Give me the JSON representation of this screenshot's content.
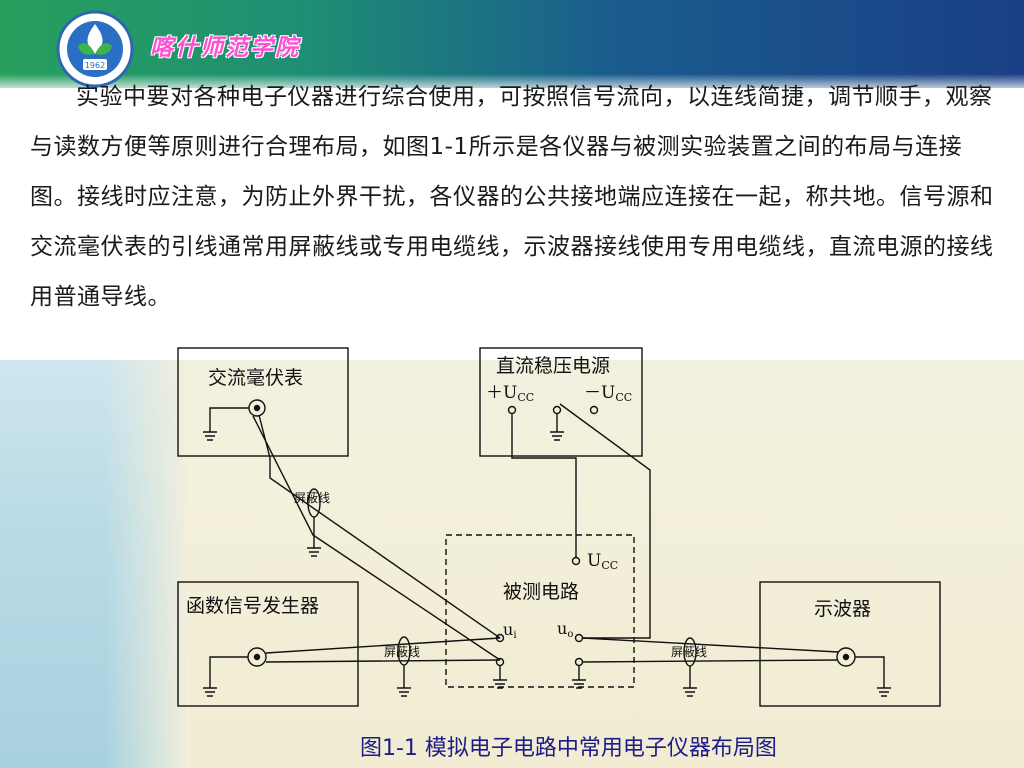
{
  "header": {
    "school_name": "喀什师范学院",
    "logo_year": "1962"
  },
  "paragraph": "实验中要对各种电子仪器进行综合使用，可按照信号流向，以连线简捷，调节顺手，观察与读数方便等原则进行合理布局，如图1-1所示是各仪器与被测实验装置之间的布局与连接图。接线时应注意，为防止外界干扰，各仪器的公共接地端应连接在一起，称共地。信号源和交流毫伏表的引线通常用屏蔽线或专用电缆线，示波器接线使用专用电缆线，直流电源的接线用普通导线。",
  "diagram": {
    "ac_millivoltmeter": "交流毫伏表",
    "dc_power_supply": "直流稳压电源",
    "plus_ucc": "＋U",
    "plus_ucc_sub": "CC",
    "minus_ucc": "－U",
    "minus_ucc_sub": "CC",
    "ucc": "U",
    "ucc_sub": "CC",
    "circuit_under_test": "被测电路",
    "function_generator": "函数信号发生器",
    "oscilloscope": "示波器",
    "ui": "u",
    "ui_sub": "i",
    "uo": "u",
    "uo_sub": "o",
    "shield_top": "屏蔽线",
    "shield_left": "屏蔽线",
    "shield_right": "屏蔽线"
  },
  "caption": "图1-1 模拟电子电路中常用电子仪器布局图",
  "colors": {
    "header_green": "#27a05c",
    "header_blue": "#1b3f86",
    "school_name": "#ff4fd3",
    "caption": "#1c1c8a"
  }
}
